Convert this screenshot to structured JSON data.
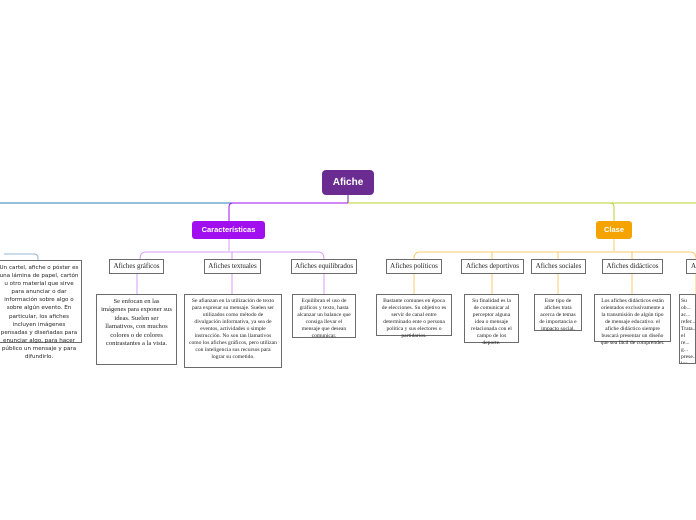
{
  "colors": {
    "root": "#6a2c91",
    "caracteristicas": "#a10ff0",
    "clase": "#f5a300",
    "line_blue": "#2b7bb9",
    "line_green": "#b5d334"
  },
  "root": {
    "label": "Afiche"
  },
  "definition": {
    "text": "Un cartel, afiche o póster es una lámina de papel, cartón u otro material que sirve para anunciar o dar información sobre algo o sobre algún evento. En particular, los afiches incluyen imágenes pensadas y diseñadas para enunciar algo, para hacer público un mensaje y para difundirlo."
  },
  "caracteristicas": {
    "label": "Características",
    "items": [
      {
        "label": "Afiches gráficos",
        "text": "Se enfocan en las imágenes para exponer sus ideas. Suelen ser llamativos, con muchos colores o de colores contrastantes a la vista."
      },
      {
        "label": "Afiches textuales",
        "text": "Se afianzan en la utilización de texto para expresar su mensaje. Suelen ser utilizados como método de divulgación informativa, ya sea de eventos, actividades o simple instrucción. No son tan llamativos como los afiches gráficos, pero utilizan con inteligencia sus recursos para lograr su cometido."
      },
      {
        "label": "Afiches equilibrados",
        "text": "Equilibran el uso de gráficos y texto, hasta alcanzar un balance que consiga llevar el mensaje que desean comunicar."
      }
    ]
  },
  "clase": {
    "label": "Clase",
    "items": [
      {
        "label": "Afiches políticos",
        "text": "Bastante comunes en época de elecciones. Su objetivo es servir de canal entre determinado ente o persona política y sus electores o partidarios."
      },
      {
        "label": "Afiches deportivos",
        "text": "Su finalidad es la de comunicar al perceptor alguna idea o mensaje relacionada con el campo de los deporte."
      },
      {
        "label": "Afiches sociales",
        "text": "Este tipo de afiches trata acerca de temas de importancia e impacto social."
      },
      {
        "label": "Afiches didácticos",
        "text": "Los afiches didácticos están orientados exclusivamente a la transmisión de algún tipo de mensaje educativo. el afiche didáctico siempre buscará presentar un diseño que sea fácil de comprender."
      },
      {
        "label": "A",
        "text": "Su ob... ac... refer... Trata... el re... g... prese... los co... usuar..."
      }
    ]
  }
}
